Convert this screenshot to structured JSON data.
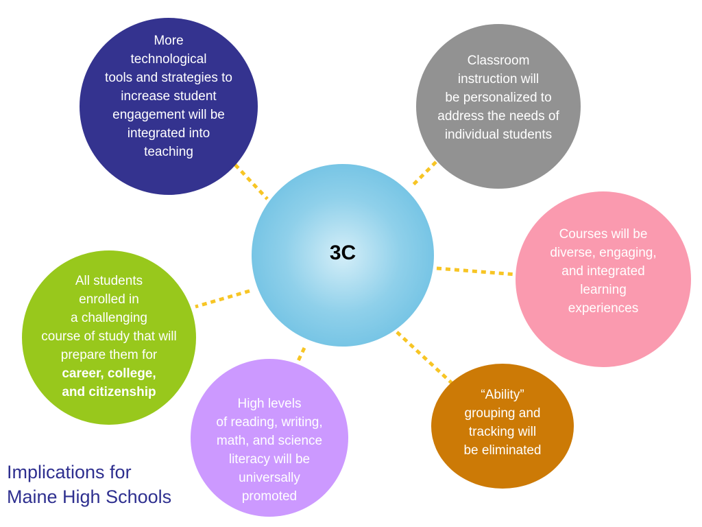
{
  "diagram": {
    "center": {
      "label": "3C"
    },
    "bubbles": {
      "navy": {
        "lines": [
          "More",
          "technological",
          "tools and strategies to",
          "increase student",
          "engagement will be",
          "integrated into",
          "teaching"
        ],
        "color": "#34338f"
      },
      "gray": {
        "lines": [
          "Classroom",
          "instruction will",
          "be personalized to",
          "address the needs of",
          "individual students"
        ],
        "color": "#929292"
      },
      "pink": {
        "lines": [
          "Courses will be",
          "diverse, engaging,",
          "and integrated",
          "learning",
          "experiences"
        ],
        "color": "#fa9aaf"
      },
      "green": {
        "lines": [
          "All students",
          "enrolled in",
          "a challenging",
          "course of study that will",
          "prepare them for"
        ],
        "bold_lines": [
          "career, college,",
          "and citizenship"
        ],
        "color": "#98c81c"
      },
      "purple": {
        "lines": [
          "High levels",
          "of reading, writing,",
          "math, and science",
          "literacy will be",
          "universally",
          "promoted"
        ],
        "color": "#cc99ff"
      },
      "orange": {
        "lines": [
          "“Ability”",
          "grouping and",
          "tracking will",
          "be eliminated"
        ],
        "color": "#cc7a06"
      }
    },
    "connector_color": "#f7c525"
  },
  "caption": {
    "line1": "Implications for",
    "line2": "Maine High Schools"
  }
}
